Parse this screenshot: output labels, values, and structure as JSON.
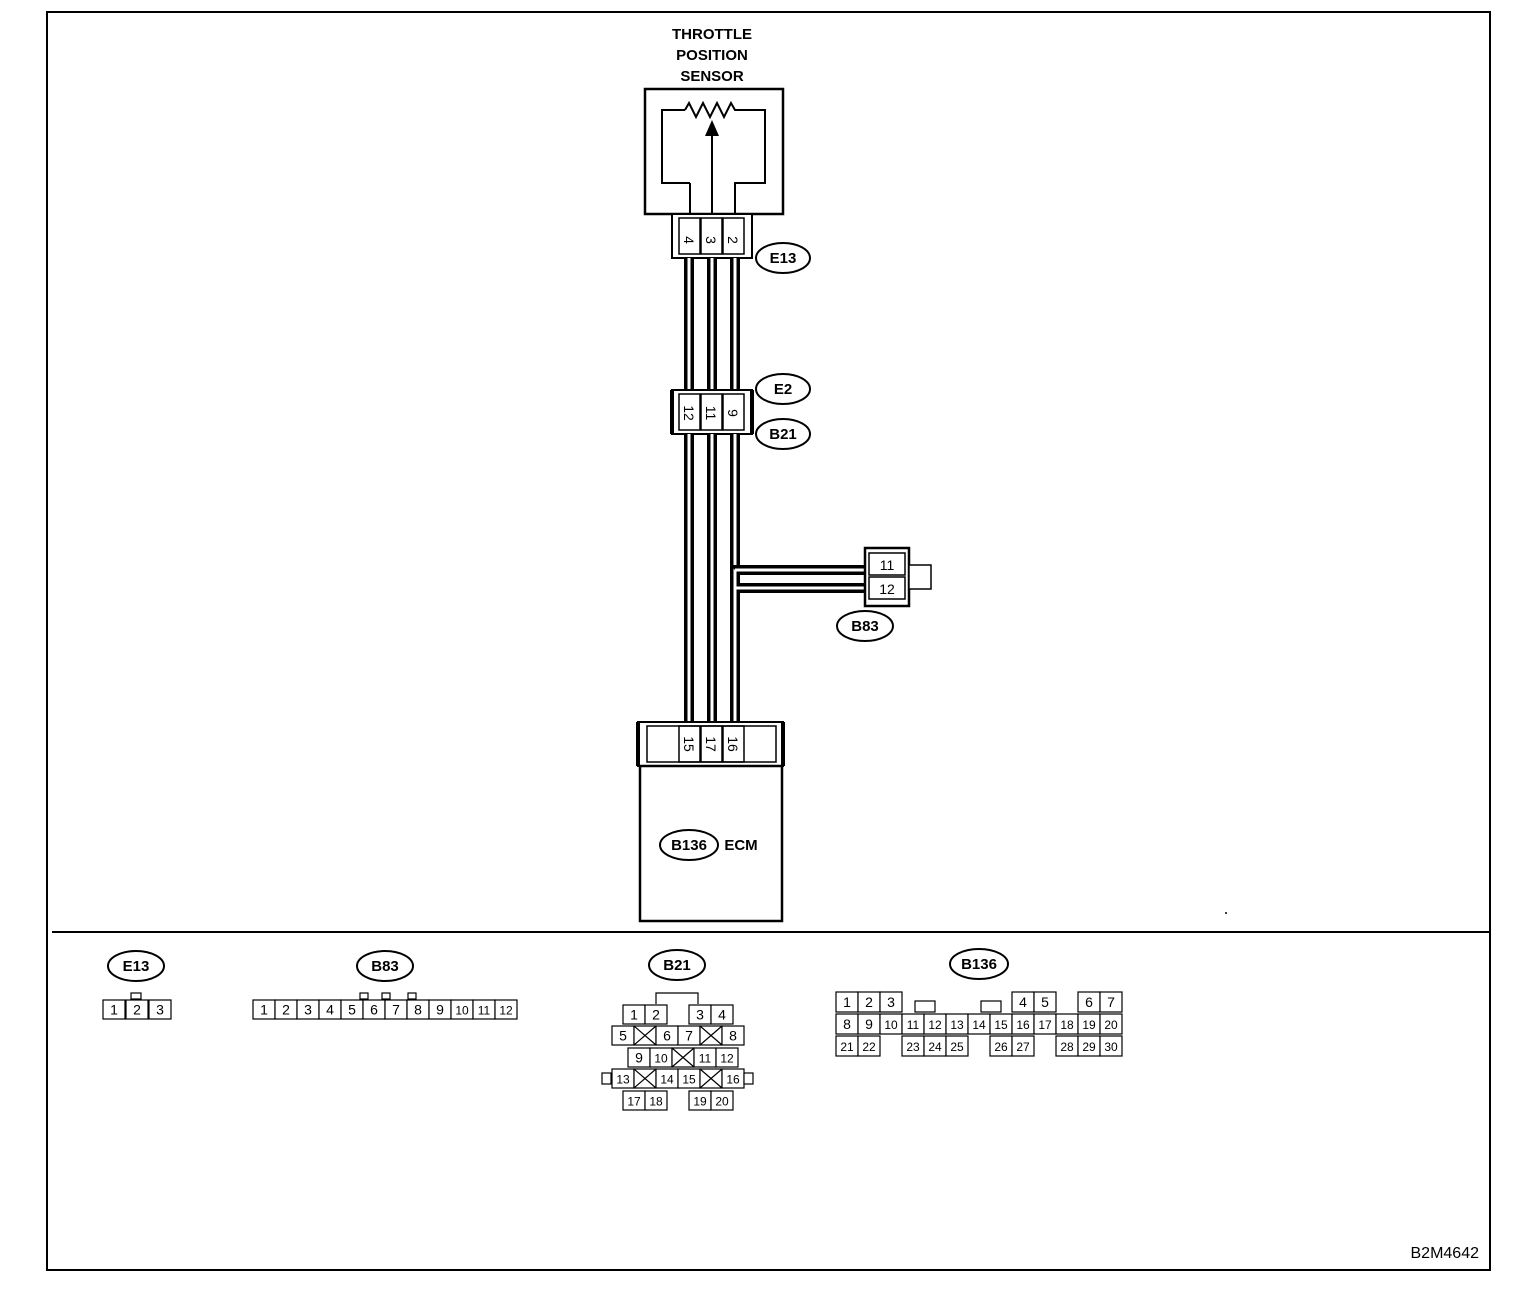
{
  "sensor": {
    "title_lines": [
      "THROTTLE",
      "POSITION",
      "SENSOR"
    ]
  },
  "connectors": {
    "e13": "E13",
    "e2": "E2",
    "b21": "B21",
    "b83": "B83",
    "b136": "B136"
  },
  "pins": {
    "e13": [
      "4",
      "3",
      "2"
    ],
    "e2_b21": [
      "12",
      "11",
      "9"
    ],
    "b83": [
      "11",
      "12"
    ],
    "ecm": [
      "15",
      "17",
      "16"
    ]
  },
  "ecm_label": "ECM",
  "figure_code": "B2M4642",
  "faces": {
    "e13": {
      "label": "E13",
      "pins": [
        "1",
        "2",
        "3"
      ]
    },
    "b83": {
      "label": "B83",
      "pins": [
        "1",
        "2",
        "3",
        "4",
        "5",
        "6",
        "7",
        "8",
        "9",
        "10",
        "11",
        "12"
      ]
    },
    "b21": {
      "label": "B21",
      "pins": [
        "1",
        "2",
        "3",
        "4",
        "5",
        "6",
        "7",
        "8",
        "9",
        "10",
        "11",
        "12",
        "13",
        "14",
        "15",
        "16",
        "17",
        "18",
        "19",
        "20"
      ]
    },
    "b136": {
      "label": "B136",
      "pins": [
        "1",
        "2",
        "3",
        "4",
        "5",
        "6",
        "7",
        "8",
        "9",
        "10",
        "11",
        "12",
        "13",
        "14",
        "15",
        "16",
        "17",
        "18",
        "19",
        "20",
        "21",
        "22",
        "23",
        "24",
        "25",
        "26",
        "27",
        "28",
        "29",
        "30"
      ]
    }
  }
}
